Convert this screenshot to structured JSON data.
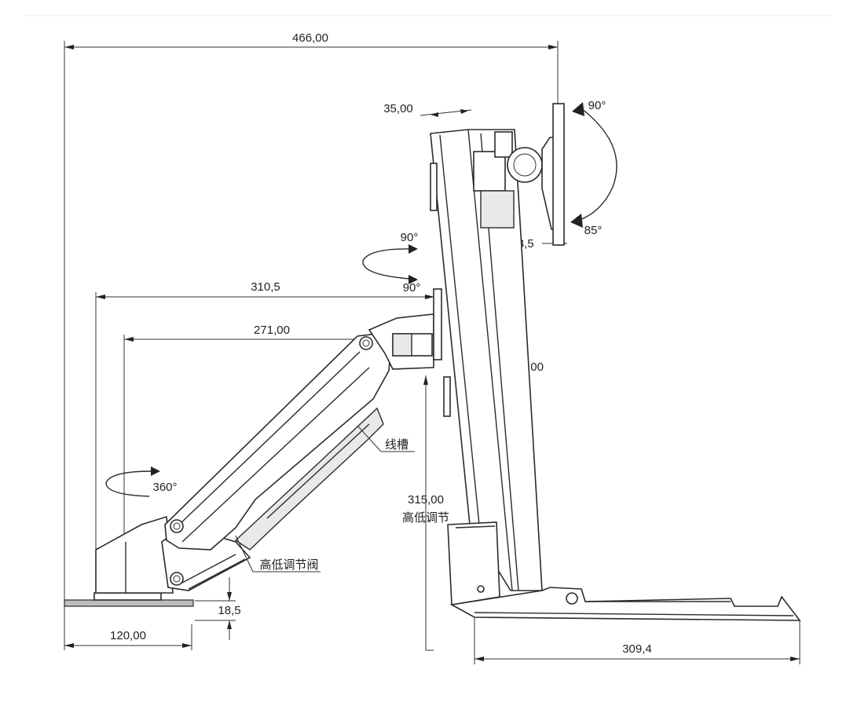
{
  "dimensions": {
    "total_width": "466,00",
    "arm_reach": "310,5",
    "arm_inner": "271,00",
    "pole_width": "35,00",
    "head_offset": "83,5",
    "pole_height": "450,00",
    "height_range": "315,00",
    "base_thickness": "18,5",
    "clamp_width": "120,00",
    "tray_depth": "309,4"
  },
  "labels": {
    "height_adjust": "高低调节",
    "cable_channel": "线槽",
    "height_valve": "高低调节阀"
  },
  "rotations": {
    "tilt_up": "90°",
    "tilt_down": "85°",
    "swivel_top": "90°",
    "swivel_bottom": "90°",
    "base_spin": "360°"
  }
}
